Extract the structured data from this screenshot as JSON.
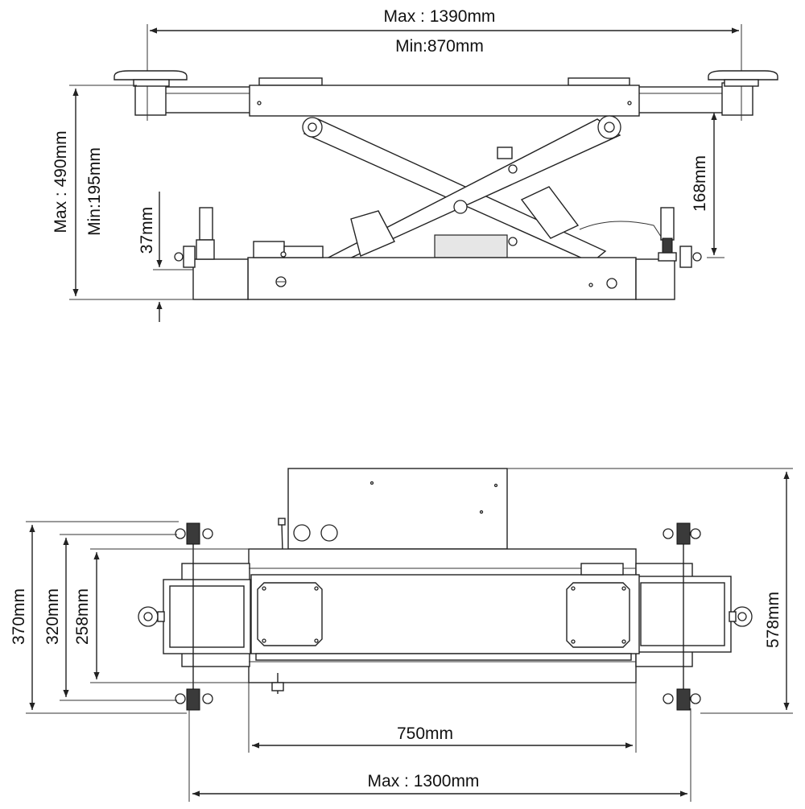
{
  "side_view": {
    "width_max": "Max : 1390mm",
    "width_min": "Min:870mm",
    "height_max": "Max : 490mm",
    "height_min": "Min:195mm",
    "clearance": "37mm",
    "pad_height": "168mm"
  },
  "top_view": {
    "outer_width": "370mm",
    "mid_width": "320mm",
    "inner_width": "258mm",
    "overall_depth": "578mm",
    "frame_length": "750mm",
    "max_length": "Max : 1300mm"
  }
}
